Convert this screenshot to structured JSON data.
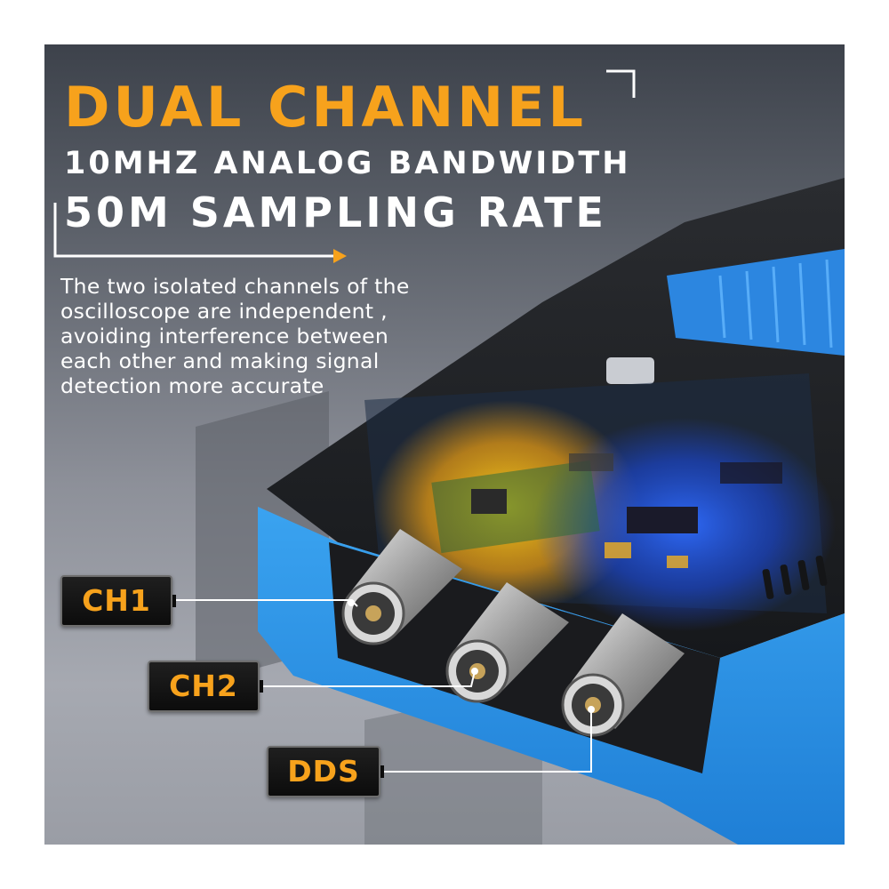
{
  "headline": "DUAL CHANNEL",
  "subheadline_1": "10MHZ ANALOG BANDWIDTH",
  "subheadline_2": "50M SAMPLING RATE",
  "description_lines": [
    "The two isolated channels of the",
    "oscilloscope are independent ,",
    "avoiding interference between",
    "each other and making signal",
    "detection more accurate"
  ],
  "channel_labels": {
    "ch1": "CH1",
    "ch2": "CH2",
    "dds": "DDS"
  },
  "colors": {
    "accent_orange": "#f7a21c",
    "device_blue": "#2f8fe3",
    "text_white": "#ffffff",
    "label_background": "#111111"
  }
}
